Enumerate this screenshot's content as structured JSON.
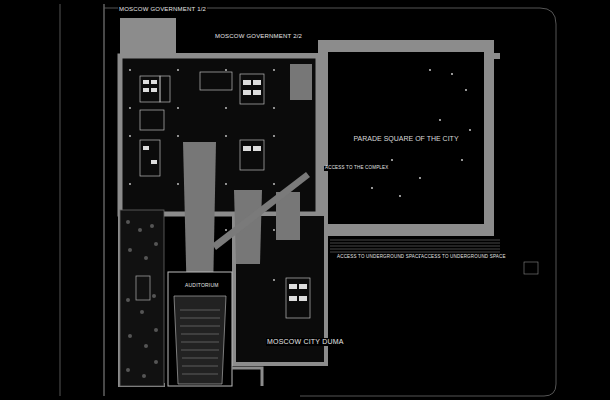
{
  "diagram": {
    "nodes": [
      {
        "text": [
          "PARADE SQUARE OF THE CITY"
        ]
      }
    ],
    "labels": [
      "MOSCOW GOVERNMENT 1/2",
      "MOSCOW GOVERNMENT 2/2",
      "MOSCOW CITY DUMA",
      "AUDITORIUM",
      "ACCESS TO THE COMPLEX",
      "ACCESS TO UNDERGROUND SPACE",
      "ACCESS TO UNDERGROUND SPACE"
    ]
  }
}
